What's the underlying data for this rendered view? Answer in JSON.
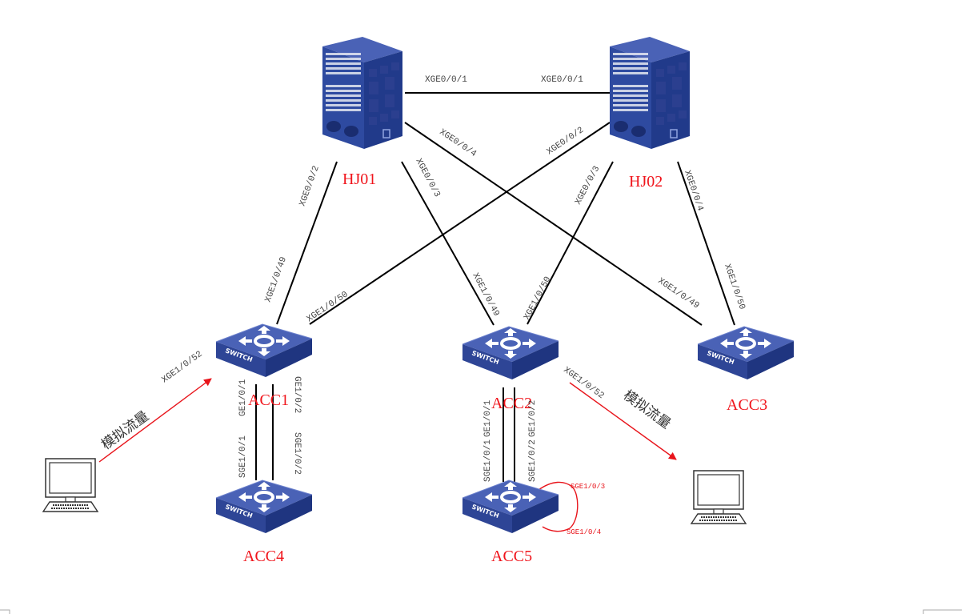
{
  "diagram": {
    "type": "network-topology",
    "colors": {
      "device_blue": "#3b52a3",
      "device_dark": "#223a87",
      "label_red": "#f0141b",
      "link_black": "#000000",
      "traffic_red": "#e8141b",
      "port_text": "#444444"
    },
    "devices": {
      "hj01": {
        "label": "HJ01",
        "kind": "core-chassis-switch"
      },
      "hj02": {
        "label": "HJ02",
        "kind": "core-chassis-switch"
      },
      "acc1": {
        "label": "ACC1",
        "kind": "access-switch",
        "icon_text": "SWITCH"
      },
      "acc2": {
        "label": "ACC2",
        "kind": "access-switch",
        "icon_text": "SWITCH"
      },
      "acc3": {
        "label": "ACC3",
        "kind": "access-switch",
        "icon_text": "SWITCH"
      },
      "acc4": {
        "label": "ACC4",
        "kind": "access-switch",
        "icon_text": "SWITCH"
      },
      "acc5": {
        "label": "ACC5",
        "kind": "access-switch",
        "icon_text": "SWITCH"
      },
      "pc_left": {
        "kind": "pc"
      },
      "pc_right": {
        "kind": "pc"
      }
    },
    "links": [
      {
        "from": "HJ01",
        "to": "HJ02",
        "from_port": "XGE0/0/1",
        "to_port": "XGE0/0/1"
      },
      {
        "from": "HJ01",
        "to": "ACC1",
        "from_port": "XGE0/0/2",
        "to_port": "XGE1/0/49"
      },
      {
        "from": "HJ01",
        "to": "ACC2",
        "from_port": "XGE0/0/3",
        "to_port": "XGE1/0/49"
      },
      {
        "from": "HJ01",
        "to": "ACC3",
        "from_port": "XGE0/0/4",
        "to_port": "XGE1/0/49"
      },
      {
        "from": "HJ02",
        "to": "ACC1",
        "from_port": "XGE0/0/2",
        "to_port": "XGE1/0/50"
      },
      {
        "from": "HJ02",
        "to": "ACC2",
        "from_port": "XGE0/0/3",
        "to_port": "XGE1/0/50"
      },
      {
        "from": "HJ02",
        "to": "ACC3",
        "from_port": "XGE0/0/4",
        "to_port": "XGE1/0/50"
      },
      {
        "from": "ACC1",
        "to": "ACC4",
        "from_port": "GE1/0/1",
        "to_port": "SGE1/0/1"
      },
      {
        "from": "ACC1",
        "to": "ACC4",
        "from_port": "GE1/0/2",
        "to_port": "SGE1/0/2"
      },
      {
        "from": "ACC2",
        "to": "ACC5",
        "from_port": "GE1/0/1",
        "to_port": "SGE1/0/1"
      },
      {
        "from": "ACC2",
        "to": "ACC5",
        "from_port": "GE1/0/2",
        "to_port": "SGE1/0/2"
      },
      {
        "from": "ACC5",
        "to": "ACC5",
        "from_port": "SGE1/0/3",
        "to_port": "SGE1/0/4",
        "style": "red-loop"
      }
    ],
    "traffic": [
      {
        "from": "PC-left",
        "to": "ACC1",
        "port": "XGE1/0/52",
        "label": "模拟流量"
      },
      {
        "from": "ACC2",
        "to": "PC-right",
        "port": "XGE1/0/52",
        "label": "模拟流量"
      }
    ]
  }
}
